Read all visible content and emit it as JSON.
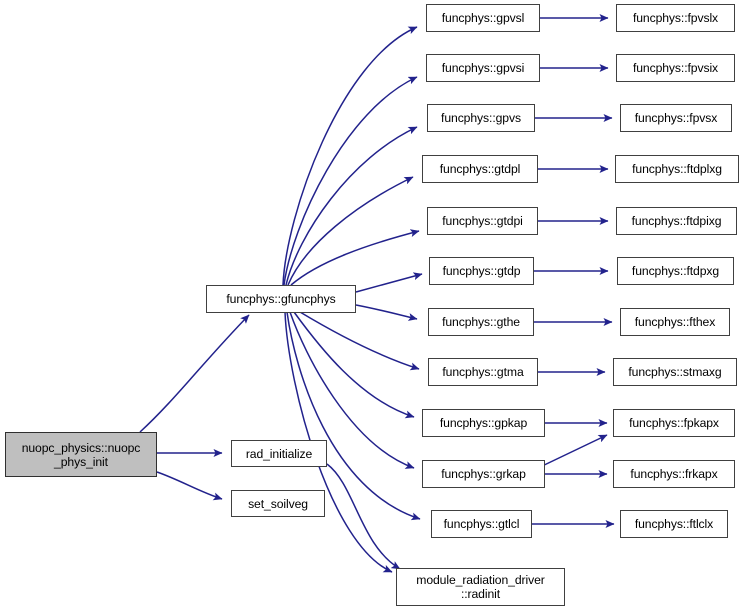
{
  "graph": {
    "title": "nuopc_physics::nuopc_phys_init call graph",
    "edge_color": "#22228c",
    "node_border_color": "#404040",
    "node_fill_color": "#ffffff",
    "root_fill_color": "#bfbfbf",
    "background_color": "#ffffff"
  },
  "nodes": {
    "root": {
      "label": "nuopc_physics::nuopc\n_phys_init"
    },
    "gfuncphys": {
      "label": "funcphys::gfuncphys"
    },
    "rad_initialize": {
      "label": "rad_initialize"
    },
    "set_soilveg": {
      "label": "set_soilveg"
    },
    "gpvsl": {
      "label": "funcphys::gpvsl"
    },
    "gpvsi": {
      "label": "funcphys::gpvsi"
    },
    "gpvs": {
      "label": "funcphys::gpvs"
    },
    "gtdpl": {
      "label": "funcphys::gtdpl"
    },
    "gtdpi": {
      "label": "funcphys::gtdpi"
    },
    "gtdp": {
      "label": "funcphys::gtdp"
    },
    "gthe": {
      "label": "funcphys::gthe"
    },
    "gtma": {
      "label": "funcphys::gtma"
    },
    "gpkap": {
      "label": "funcphys::gpkap"
    },
    "grkap": {
      "label": "funcphys::grkap"
    },
    "gtlcl": {
      "label": "funcphys::gtlcl"
    },
    "radinit": {
      "label": "module_radiation_driver\n::radinit"
    },
    "fpvslx": {
      "label": "funcphys::fpvslx"
    },
    "fpvsix": {
      "label": "funcphys::fpvsix"
    },
    "fpvsx": {
      "label": "funcphys::fpvsx"
    },
    "ftdplxg": {
      "label": "funcphys::ftdplxg"
    },
    "ftdpixg": {
      "label": "funcphys::ftdpixg"
    },
    "ftdpxg": {
      "label": "funcphys::ftdpxg"
    },
    "fthex": {
      "label": "funcphys::fthex"
    },
    "stmaxg": {
      "label": "funcphys::stmaxg"
    },
    "fpkapx": {
      "label": "funcphys::fpkapx"
    },
    "frkapx": {
      "label": "funcphys::frkapx"
    },
    "ftlclx": {
      "label": "funcphys::ftlclx"
    }
  },
  "edges": [
    {
      "from": "root",
      "to": "gfuncphys"
    },
    {
      "from": "root",
      "to": "rad_initialize"
    },
    {
      "from": "root",
      "to": "set_soilveg"
    },
    {
      "from": "rad_initialize",
      "to": "radinit"
    },
    {
      "from": "gfuncphys",
      "to": "gpvsl"
    },
    {
      "from": "gfuncphys",
      "to": "gpvsi"
    },
    {
      "from": "gfuncphys",
      "to": "gpvs"
    },
    {
      "from": "gfuncphys",
      "to": "gtdpl"
    },
    {
      "from": "gfuncphys",
      "to": "gtdpi"
    },
    {
      "from": "gfuncphys",
      "to": "gtdp"
    },
    {
      "from": "gfuncphys",
      "to": "gthe"
    },
    {
      "from": "gfuncphys",
      "to": "gtma"
    },
    {
      "from": "gfuncphys",
      "to": "gpkap"
    },
    {
      "from": "gfuncphys",
      "to": "grkap"
    },
    {
      "from": "gfuncphys",
      "to": "gtlcl"
    },
    {
      "from": "gfuncphys",
      "to": "radinit"
    },
    {
      "from": "gpvsl",
      "to": "fpvslx"
    },
    {
      "from": "gpvsi",
      "to": "fpvsix"
    },
    {
      "from": "gpvs",
      "to": "fpvsx"
    },
    {
      "from": "gtdpl",
      "to": "ftdplxg"
    },
    {
      "from": "gtdpi",
      "to": "ftdpixg"
    },
    {
      "from": "gtdp",
      "to": "ftdpxg"
    },
    {
      "from": "gthe",
      "to": "fthex"
    },
    {
      "from": "gtma",
      "to": "stmaxg"
    },
    {
      "from": "gpkap",
      "to": "fpkapx"
    },
    {
      "from": "grkap",
      "to": "fpkapx"
    },
    {
      "from": "grkap",
      "to": "frkapx"
    },
    {
      "from": "gtlcl",
      "to": "ftlclx"
    }
  ]
}
